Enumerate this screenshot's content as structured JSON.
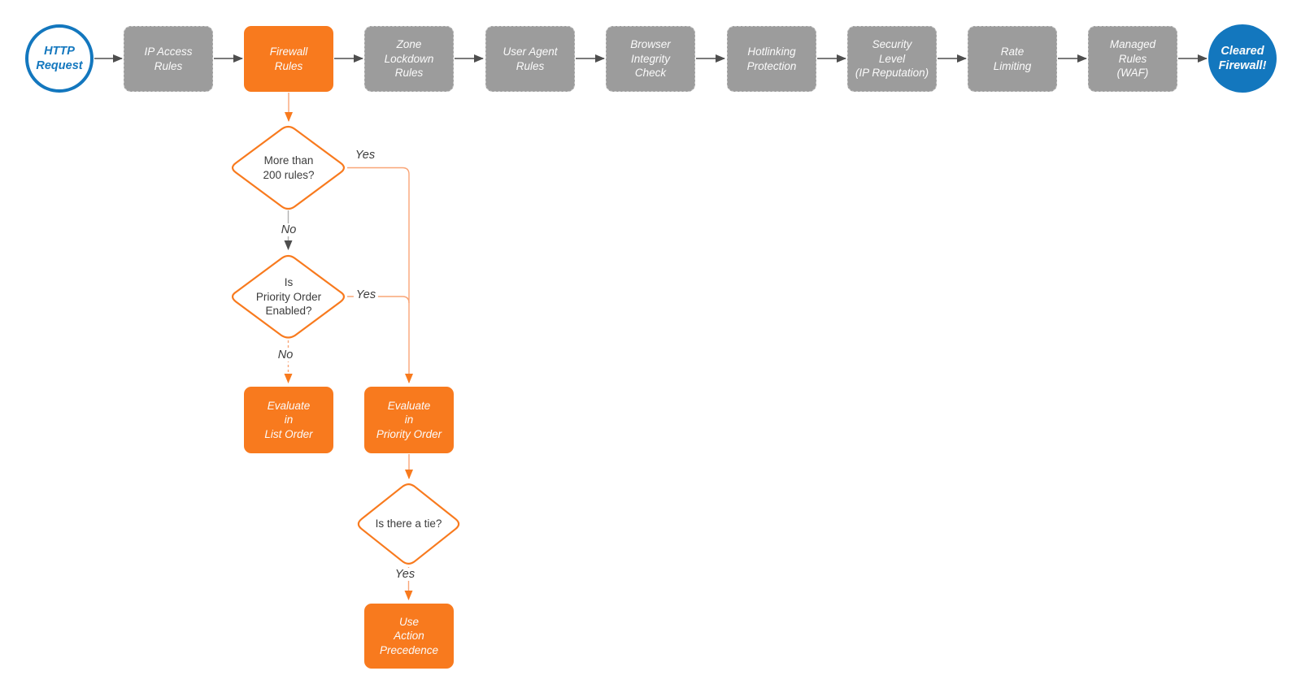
{
  "nodes": {
    "http_request": {
      "label": "HTTP\nRequest",
      "shape": "circle-outline",
      "color": "#1377BE"
    },
    "ip_access": {
      "label": "IP Access\nRules",
      "shape": "rect",
      "color": "#9C9C9C"
    },
    "firewall": {
      "label": "Firewall\nRules",
      "shape": "rect",
      "color": "#F87A1E"
    },
    "zone_lockdown": {
      "label": "Zone\nLockdown\nRules",
      "shape": "rect",
      "color": "#9C9C9C"
    },
    "user_agent": {
      "label": "User Agent\nRules",
      "shape": "rect",
      "color": "#9C9C9C"
    },
    "browser_integrity": {
      "label": "Browser\nIntegrity\nCheck",
      "shape": "rect",
      "color": "#9C9C9C"
    },
    "hotlinking": {
      "label": "Hotlinking\nProtection",
      "shape": "rect",
      "color": "#9C9C9C"
    },
    "security_level": {
      "label": "Security\nLevel\n(IP Reputation)",
      "shape": "rect",
      "color": "#9C9C9C"
    },
    "rate_limiting": {
      "label": "Rate\nLimiting",
      "shape": "rect",
      "color": "#9C9C9C"
    },
    "managed_rules": {
      "label": "Managed\nRules\n(WAF)",
      "shape": "rect",
      "color": "#9C9C9C"
    },
    "cleared_firewall": {
      "label": "Cleared\nFirewall!",
      "shape": "circle-filled",
      "color": "#1377BE"
    },
    "decision_more_200": {
      "label": "More than\n200 rules?",
      "shape": "diamond",
      "color": "#F87A1E"
    },
    "decision_priority_enabled": {
      "label": "Is\nPriority Order\nEnabled?",
      "shape": "diamond",
      "color": "#F87A1E"
    },
    "decision_tie": {
      "label": "Is there a tie?",
      "shape": "diamond",
      "color": "#F87A1E"
    },
    "evaluate_list": {
      "label": "Evaluate\nin\nList Order",
      "shape": "rect",
      "color": "#F87A1E"
    },
    "evaluate_priority": {
      "label": "Evaluate\nin\nPriority Order",
      "shape": "rect",
      "color": "#F87A1E"
    },
    "use_action": {
      "label": "Use\nAction\nPrecedence",
      "shape": "rect",
      "color": "#F87A1E"
    }
  },
  "edge_labels": {
    "d1_yes": "Yes",
    "d1_no": "No",
    "d2_yes": "Yes",
    "d2_no": "No",
    "d3_yes": "Yes"
  },
  "edges": [
    {
      "from": "HTTP Request",
      "to": "IP Access Rules"
    },
    {
      "from": "IP Access Rules",
      "to": "Firewall Rules"
    },
    {
      "from": "Firewall Rules",
      "to": "Zone Lockdown Rules"
    },
    {
      "from": "Zone Lockdown Rules",
      "to": "User Agent Rules"
    },
    {
      "from": "User Agent Rules",
      "to": "Browser Integrity Check"
    },
    {
      "from": "Browser Integrity Check",
      "to": "Hotlinking Protection"
    },
    {
      "from": "Hotlinking Protection",
      "to": "Security Level (IP Reputation)"
    },
    {
      "from": "Security Level (IP Reputation)",
      "to": "Rate Limiting"
    },
    {
      "from": "Rate Limiting",
      "to": "Managed Rules (WAF)"
    },
    {
      "from": "Managed Rules (WAF)",
      "to": "Cleared Firewall!"
    },
    {
      "from": "Firewall Rules",
      "to": "More than 200 rules?"
    },
    {
      "from": "More than 200 rules?",
      "to": "Evaluate in Priority Order",
      "label": "Yes"
    },
    {
      "from": "More than 200 rules?",
      "to": "Is Priority Order Enabled?",
      "label": "No"
    },
    {
      "from": "Is Priority Order Enabled?",
      "to": "Evaluate in Priority Order",
      "label": "Yes"
    },
    {
      "from": "Is Priority Order Enabled?",
      "to": "Evaluate in List Order",
      "label": "No"
    },
    {
      "from": "Evaluate in Priority Order",
      "to": "Is there a tie?"
    },
    {
      "from": "Is there a tie?",
      "to": "Use Action Precedence",
      "label": "Yes"
    }
  ],
  "colors": {
    "orange": "#F87A1E",
    "orange_line": "#F9A577",
    "gray_node": "#9C9C9C",
    "blue": "#1377BE",
    "arrow_gray": "#4E4E4E",
    "gray_line": "#B0B0B0",
    "text_dark": "#3C3C3C",
    "text_light": "#FBFBFB",
    "background": "#FFFFFF"
  }
}
